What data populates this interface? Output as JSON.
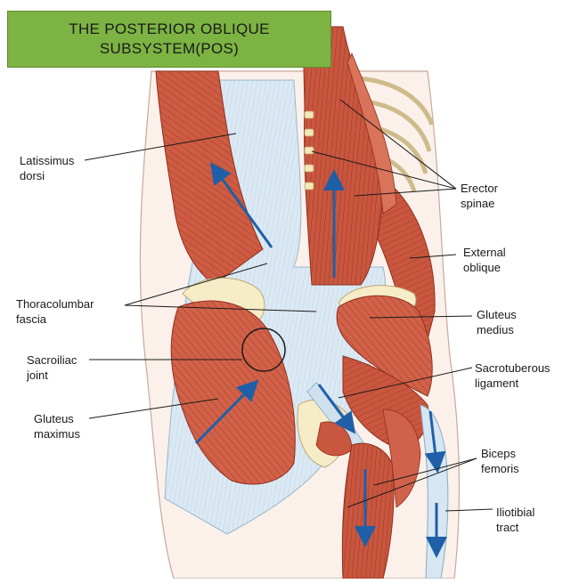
{
  "title": {
    "line1": "THE POSTERIOR OBLIQUE",
    "line2": "SUBSYSTEM(POS)"
  },
  "labels": {
    "latissimus": [
      "Latissimus",
      "dorsi"
    ],
    "thoracolumbar": [
      "Thoracolumbar",
      "fascia"
    ],
    "sacroiliac": [
      "Sacroiliac",
      "joint"
    ],
    "gluteus_maximus": [
      "Gluteus",
      "maximus"
    ],
    "erector": [
      "Erector",
      "spinae"
    ],
    "external_oblique": [
      "External",
      "oblique"
    ],
    "gluteus_medius": [
      "Gluteus",
      "medius"
    ],
    "sacrotuberous": [
      "Sacrotuberous",
      "ligament"
    ],
    "biceps": [
      "Biceps",
      "femoris"
    ],
    "iliotibial": [
      "Iliotibial",
      "tract"
    ]
  },
  "colors": {
    "muscle": "#c8553d",
    "muscle_light": "#e08a6e",
    "muscle_line": "#8f2f1e",
    "fascia": "#d6e6f2",
    "bone": "#f7ecc8",
    "arrow": "#1f5fa8",
    "title_bg": "#7cb342"
  }
}
